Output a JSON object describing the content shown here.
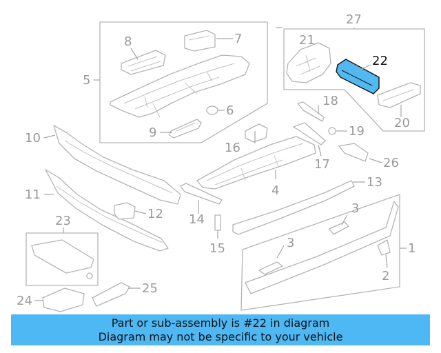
{
  "highlight": {
    "part_number": "22",
    "color": "#52b8f0"
  },
  "callouts": {
    "c1": "1",
    "c2": "2",
    "c3a": "3",
    "c3b": "3",
    "c4": "4",
    "c5": "5",
    "c6": "6",
    "c7": "7",
    "c8": "8",
    "c9": "9",
    "c10": "10",
    "c11": "11",
    "c12": "12",
    "c13": "13",
    "c14": "14",
    "c15": "15",
    "c16": "16",
    "c17": "17",
    "c18": "18",
    "c19": "19",
    "c20": "20",
    "c21": "21",
    "c22": "22",
    "c23": "23",
    "c24": "24",
    "c25": "25",
    "c26": "26",
    "c27": "27"
  },
  "banner": {
    "line1": "Part or sub-assembly is #22 in diagram",
    "line2": "Diagram may not be specific to your vehicle",
    "color": "#4db8f4"
  }
}
